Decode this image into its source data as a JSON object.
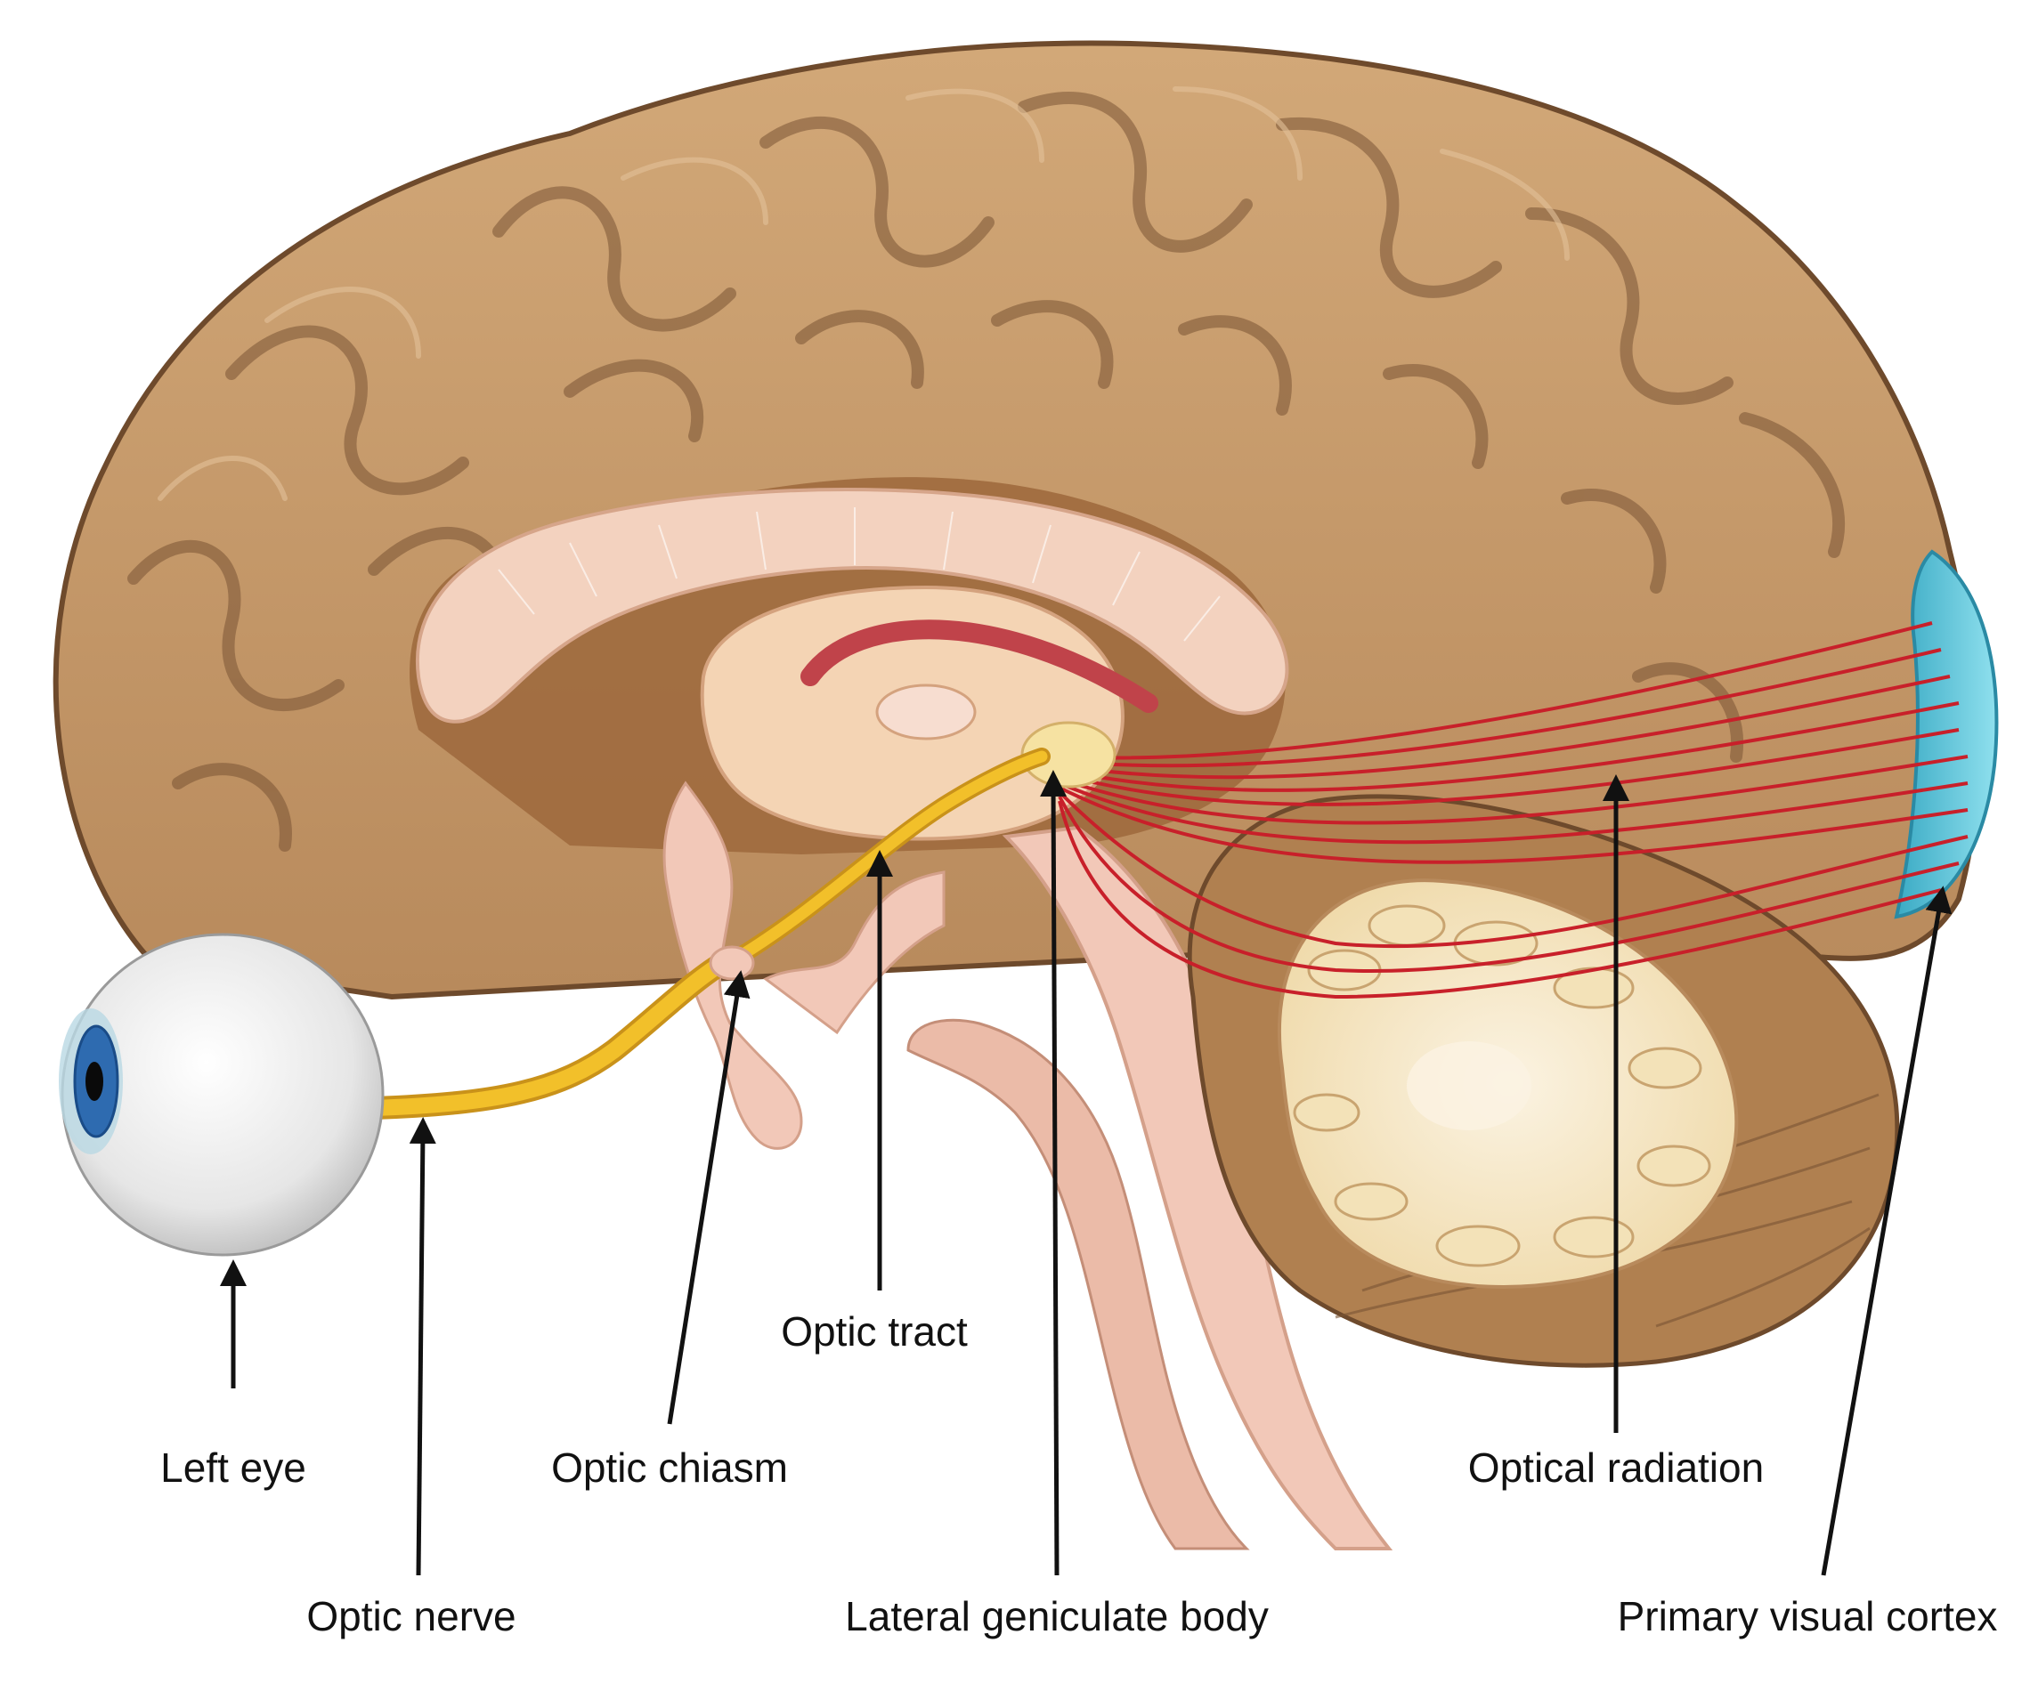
{
  "diagram": {
    "labels": {
      "left_eye": "Left eye",
      "optic_nerve": "Optic nerve",
      "optic_chiasm": "Optic chiasm",
      "optic_tract": "Optic tract",
      "lateral_geniculate_body": "Lateral geniculate body",
      "optical_radiation": "Optical radiation",
      "primary_visual_cortex": "Primary visual cortex"
    },
    "colors": {
      "cortex": "#c49868",
      "cortex_light": "#d9b488",
      "cortex_shadow": "#7a5434",
      "inner": "#f3d2bf",
      "thalamus": "#f4d4b4",
      "brainstem": "#f2c8b8",
      "cerebellum": "#b08050",
      "arbor": "#f3e2b8",
      "optic_pathway": "#f2c02a",
      "radiation": "#c8202a",
      "visual_cortex": "#4bbfd6",
      "eye_white": "#eeeeee",
      "iris": "#2e6bb0",
      "arrow": "#111111"
    }
  }
}
